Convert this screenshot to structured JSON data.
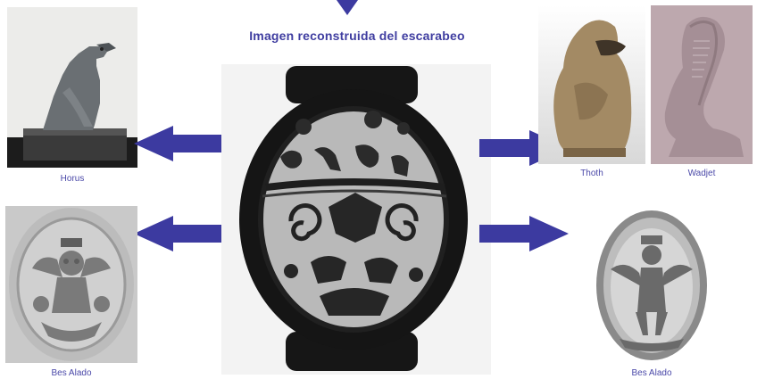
{
  "title": "Imagen reconstruida del escarabeo",
  "captions": {
    "horus": "Horus",
    "thoth": "Thoth",
    "wadjet": "Wadjet",
    "bes_left": "Bes Alado",
    "bes_right": "Bes Alado"
  },
  "colors": {
    "arrow": "#3c3aa0",
    "caption": "#4a48a8",
    "title": "#3f3da0"
  }
}
